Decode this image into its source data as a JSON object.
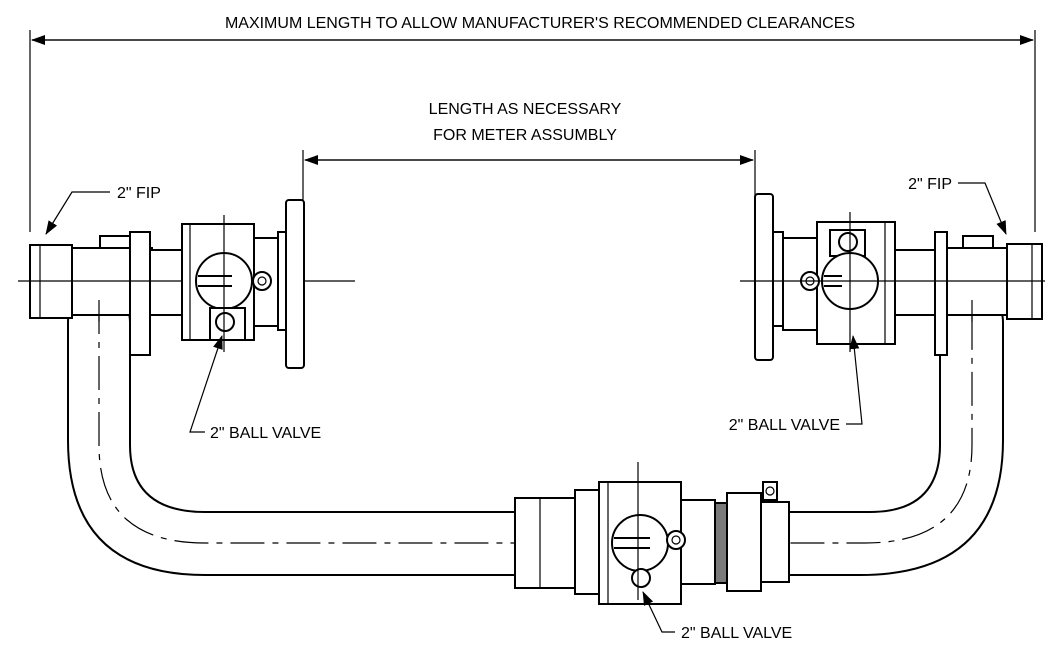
{
  "labels": {
    "max_length": "MAXIMUM LENGTH TO ALLOW MANUFACTURER'S RECOMMENDED CLEARANCES",
    "length_necessary_line1": "LENGTH AS NECESSARY",
    "length_necessary_line2": "FOR METER ASSUMBLY",
    "fip_left": "2\" FIP",
    "fip_right": "2\" FIP",
    "ball_valve_left": "2\" BALL VALVE",
    "ball_valve_right": "2\" BALL VALVE",
    "ball_valve_bottom": "2\" BALL VALVE"
  },
  "colors": {
    "line": "#000000",
    "background": "#ffffff",
    "gasket": "#7a7a7a"
  }
}
